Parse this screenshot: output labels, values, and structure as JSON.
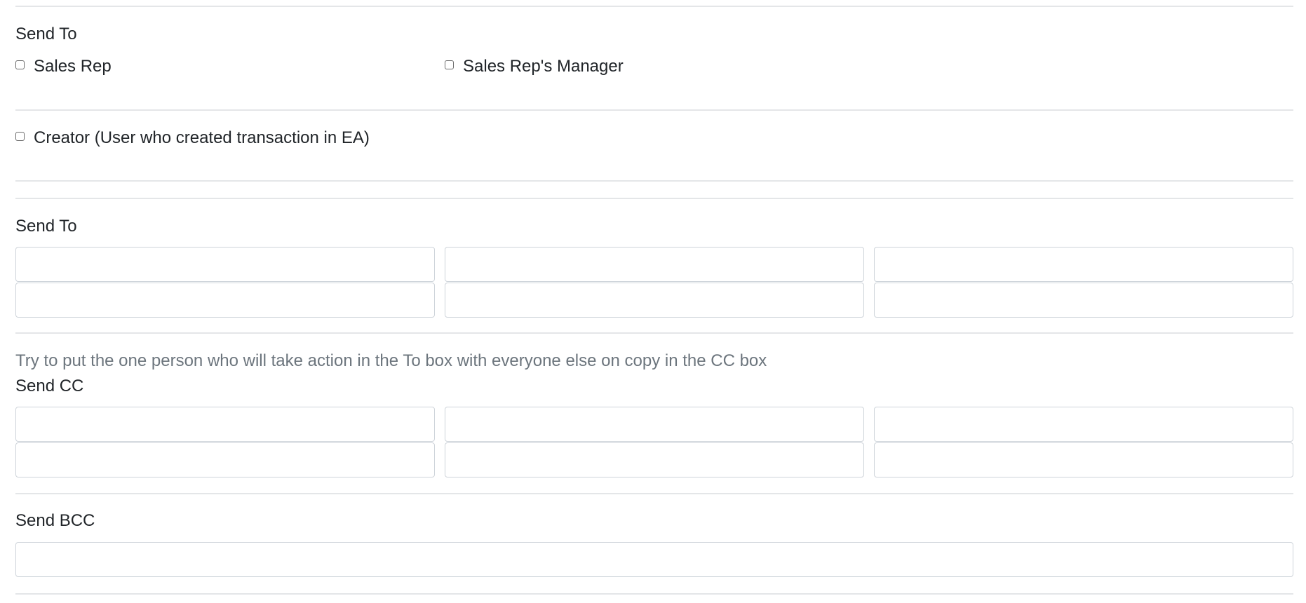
{
  "section_checkboxes": {
    "send_to_label": "Send To",
    "options": [
      {
        "label": "Sales Rep",
        "checked": false
      },
      {
        "label": "Sales Rep's Manager",
        "checked": false
      },
      {
        "label": "Creator (User who created transaction in EA)",
        "checked": false
      }
    ]
  },
  "send_to": {
    "label": "Send To",
    "fields": [
      "",
      "",
      "",
      "",
      "",
      ""
    ]
  },
  "help_text": "Try to put the one person who will take action in the To box with everyone else on copy in the CC box",
  "send_cc": {
    "label": "Send CC",
    "fields": [
      "",
      "",
      "",
      "",
      "",
      ""
    ]
  },
  "send_bcc": {
    "label": "Send BCC",
    "field": ""
  },
  "colors": {
    "text": "#212529",
    "muted": "#6c757d",
    "border": "#ced4da",
    "divider": "#e4e6e8"
  }
}
